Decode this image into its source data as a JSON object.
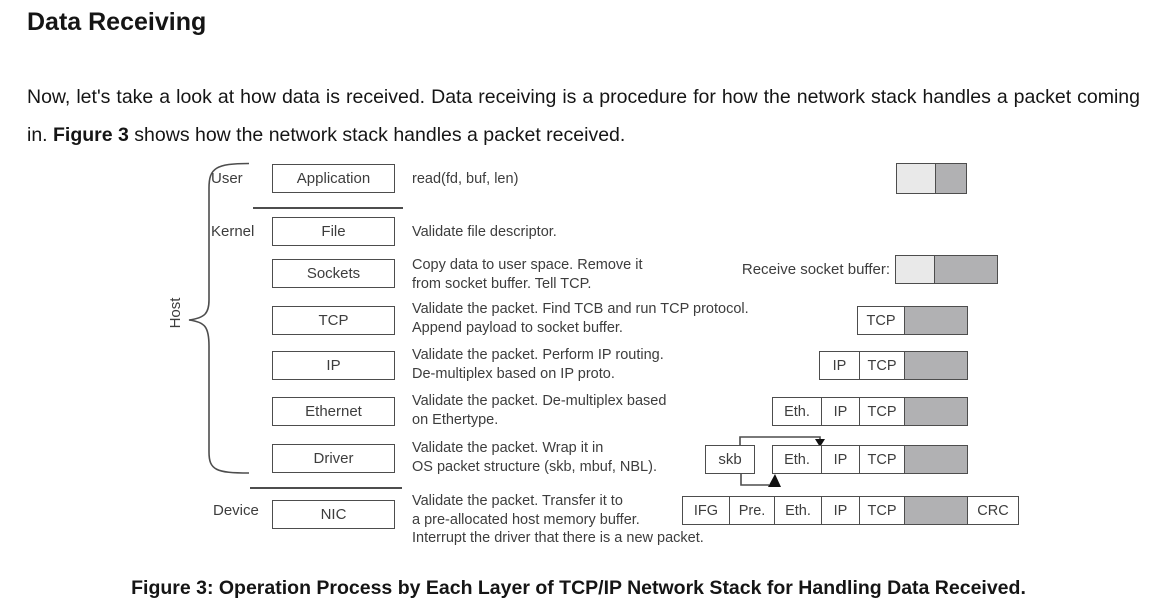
{
  "page": {
    "title": "Data Receiving",
    "paragraph": {
      "before_bold": "Now, let's take a look at how data is received. Data receiving is a procedure for how the network stack handles a packet coming in. ",
      "bold": "Figure 3",
      "after_bold": " shows how the network stack handles a packet received."
    },
    "caption": "Figure 3: Operation Process by Each Layer of TCP/IP Network Stack for Handling Data Received."
  },
  "diagram": {
    "host_label": "Host",
    "zones": {
      "user": "User",
      "kernel": "Kernel",
      "device": "Device"
    },
    "receive_socket_buffer_label": "Receive socket buffer:",
    "layers": [
      {
        "name": "Application",
        "desc": "read(fd, buf, len)"
      },
      {
        "name": "File",
        "desc": "Validate file descriptor."
      },
      {
        "name": "Sockets",
        "desc": "Copy data to user space. Remove it\nfrom socket buffer. Tell TCP."
      },
      {
        "name": "TCP",
        "desc": "Validate the packet. Find TCB and run TCP protocol.\nAppend payload to socket buffer."
      },
      {
        "name": "IP",
        "desc": "Validate the packet. Perform IP routing.\nDe-multiplex based on IP proto."
      },
      {
        "name": "Ethernet",
        "desc": "Validate the packet. De-multiplex based\non Ethertype."
      },
      {
        "name": "Driver",
        "desc": "Validate the packet. Wrap it in\nOS packet structure (skb, mbuf, NBL)."
      },
      {
        "name": "NIC",
        "desc": "Validate the packet. Transfer it to\na pre-allocated host memory buffer.\nInterrupt the driver that there is a new packet."
      }
    ],
    "packets": {
      "tcp_row": {
        "tcp": "TCP"
      },
      "ip_row": {
        "ip": "IP",
        "tcp": "TCP"
      },
      "eth_row": {
        "eth": "Eth.",
        "ip": "IP",
        "tcp": "TCP"
      },
      "skb_row": {
        "skb": "skb",
        "eth": "Eth.",
        "ip": "IP",
        "tcp": "TCP"
      },
      "nic_row": {
        "ifg": "IFG",
        "pre": "Pre.",
        "eth": "Eth.",
        "ip": "IP",
        "tcp": "TCP",
        "crc": "CRC"
      }
    }
  },
  "colors": {
    "line": "#4d4d4d",
    "payload_fill": "#b1b1b3",
    "buffer_fill": "#e9e9e9",
    "diagram_text": "#3d3d3d",
    "body_text": "#151515"
  }
}
